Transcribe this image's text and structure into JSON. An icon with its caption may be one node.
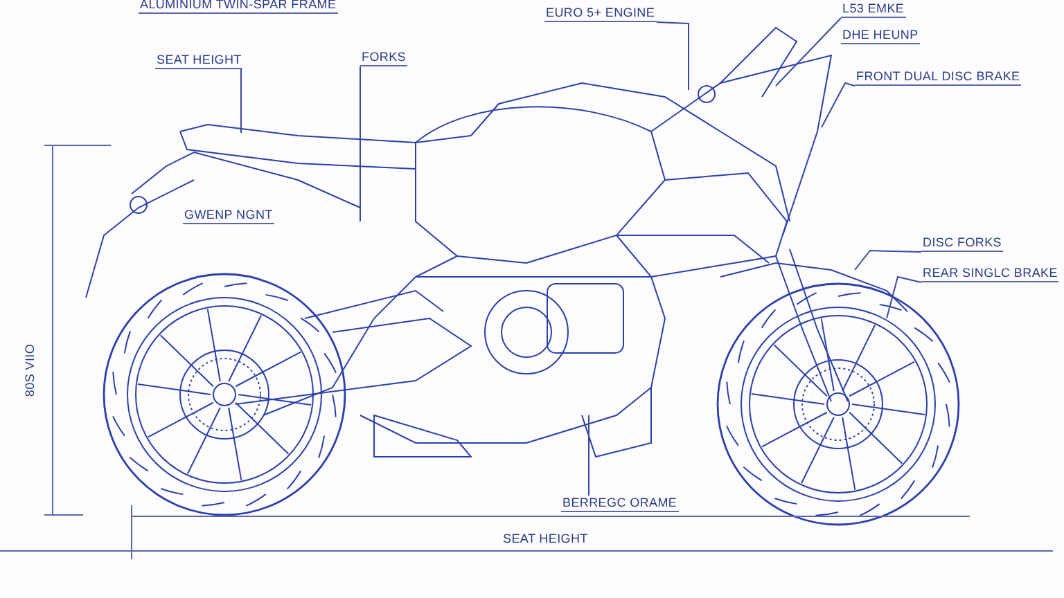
{
  "diagram": {
    "nodes": [
      {
        "text": [
          "SEAT HEIGHT"
        ]
      },
      {
        "text": [
          "FORKS"
        ]
      },
      {
        "text": [
          "EURO 5+ ENGINE"
        ]
      },
      {
        "text": [
          "L53 EMKE"
        ]
      },
      {
        "text": [
          "FRONT DUAL DISC BRAKE"
        ]
      },
      {
        "text": [
          "DISC FORKS"
        ]
      },
      {
        "text": [
          "REAR SINGLC BRAKE"
        ]
      },
      {
        "text": [
          "BERREGC ORAME"
        ]
      }
    ],
    "edges": [
      {
        "from": 0,
        "to": null,
        "arrow": "none"
      },
      {
        "from": 1,
        "to": null,
        "arrow": "none"
      },
      {
        "from": 2,
        "to": null,
        "arrow": "none"
      },
      {
        "from": 3,
        "to": null,
        "arrow": "none"
      },
      {
        "from": 4,
        "to": null,
        "arrow": "none"
      },
      {
        "from": 5,
        "to": null,
        "arrow": "none"
      },
      {
        "from": 6,
        "to": null,
        "arrow": "none"
      },
      {
        "from": 7,
        "to": null,
        "arrow": "none"
      }
    ],
    "labels": [
      "ALUMINIUM TWIN-SPAR FRAME",
      "DHE HEUNP",
      "GWENP NGNT",
      "80S VIIO",
      "SEAT HEIGHT"
    ]
  }
}
